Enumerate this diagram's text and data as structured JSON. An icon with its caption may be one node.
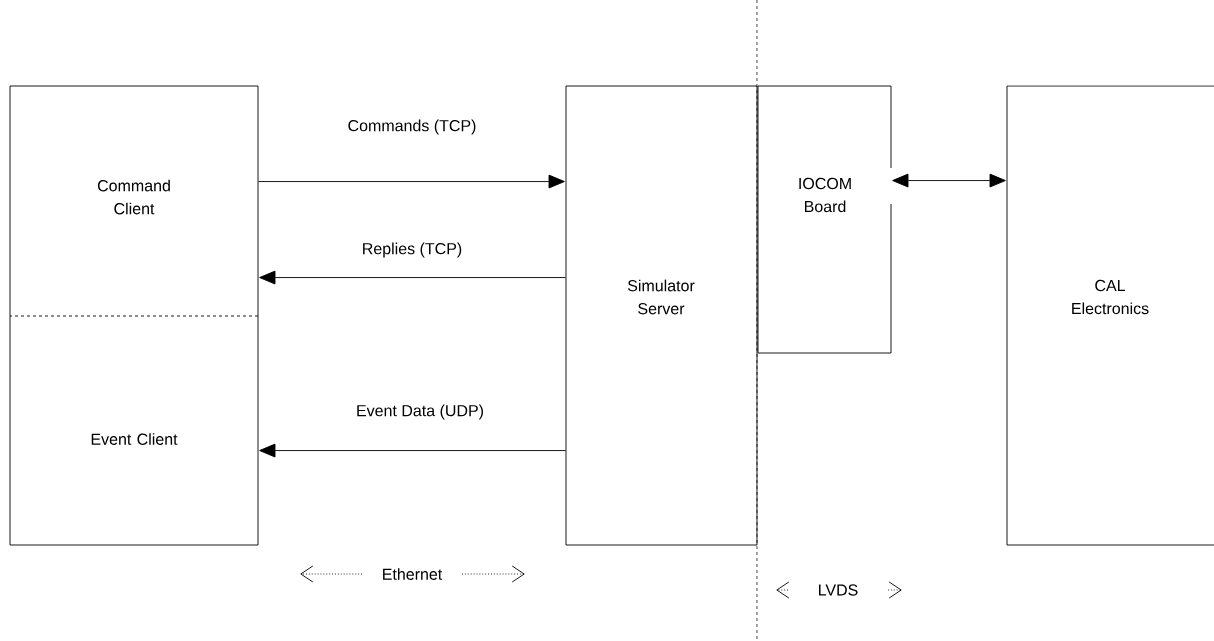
{
  "diagram": {
    "nodes": [
      {
        "text": [
          "Command Client"
        ]
      },
      {
        "text": [
          "Event Client"
        ]
      },
      {
        "text": [
          "Simulator Server"
        ]
      },
      {
        "text": [
          "IOCOM Board"
        ]
      },
      {
        "text": [
          "CAL Electronics"
        ]
      }
    ],
    "edges": [
      {
        "from": 0,
        "to": 2,
        "arrow": "to",
        "label": "Commands (TCP)"
      },
      {
        "from": 2,
        "to": 0,
        "arrow": "to",
        "label": "Replies (TCP)"
      },
      {
        "from": 2,
        "to": 1,
        "arrow": "to",
        "label": "Event Data (UDP)"
      },
      {
        "from": 3,
        "to": 4,
        "arrow": "both"
      }
    ],
    "labels": [
      "Ethernet",
      "LVDS"
    ]
  }
}
